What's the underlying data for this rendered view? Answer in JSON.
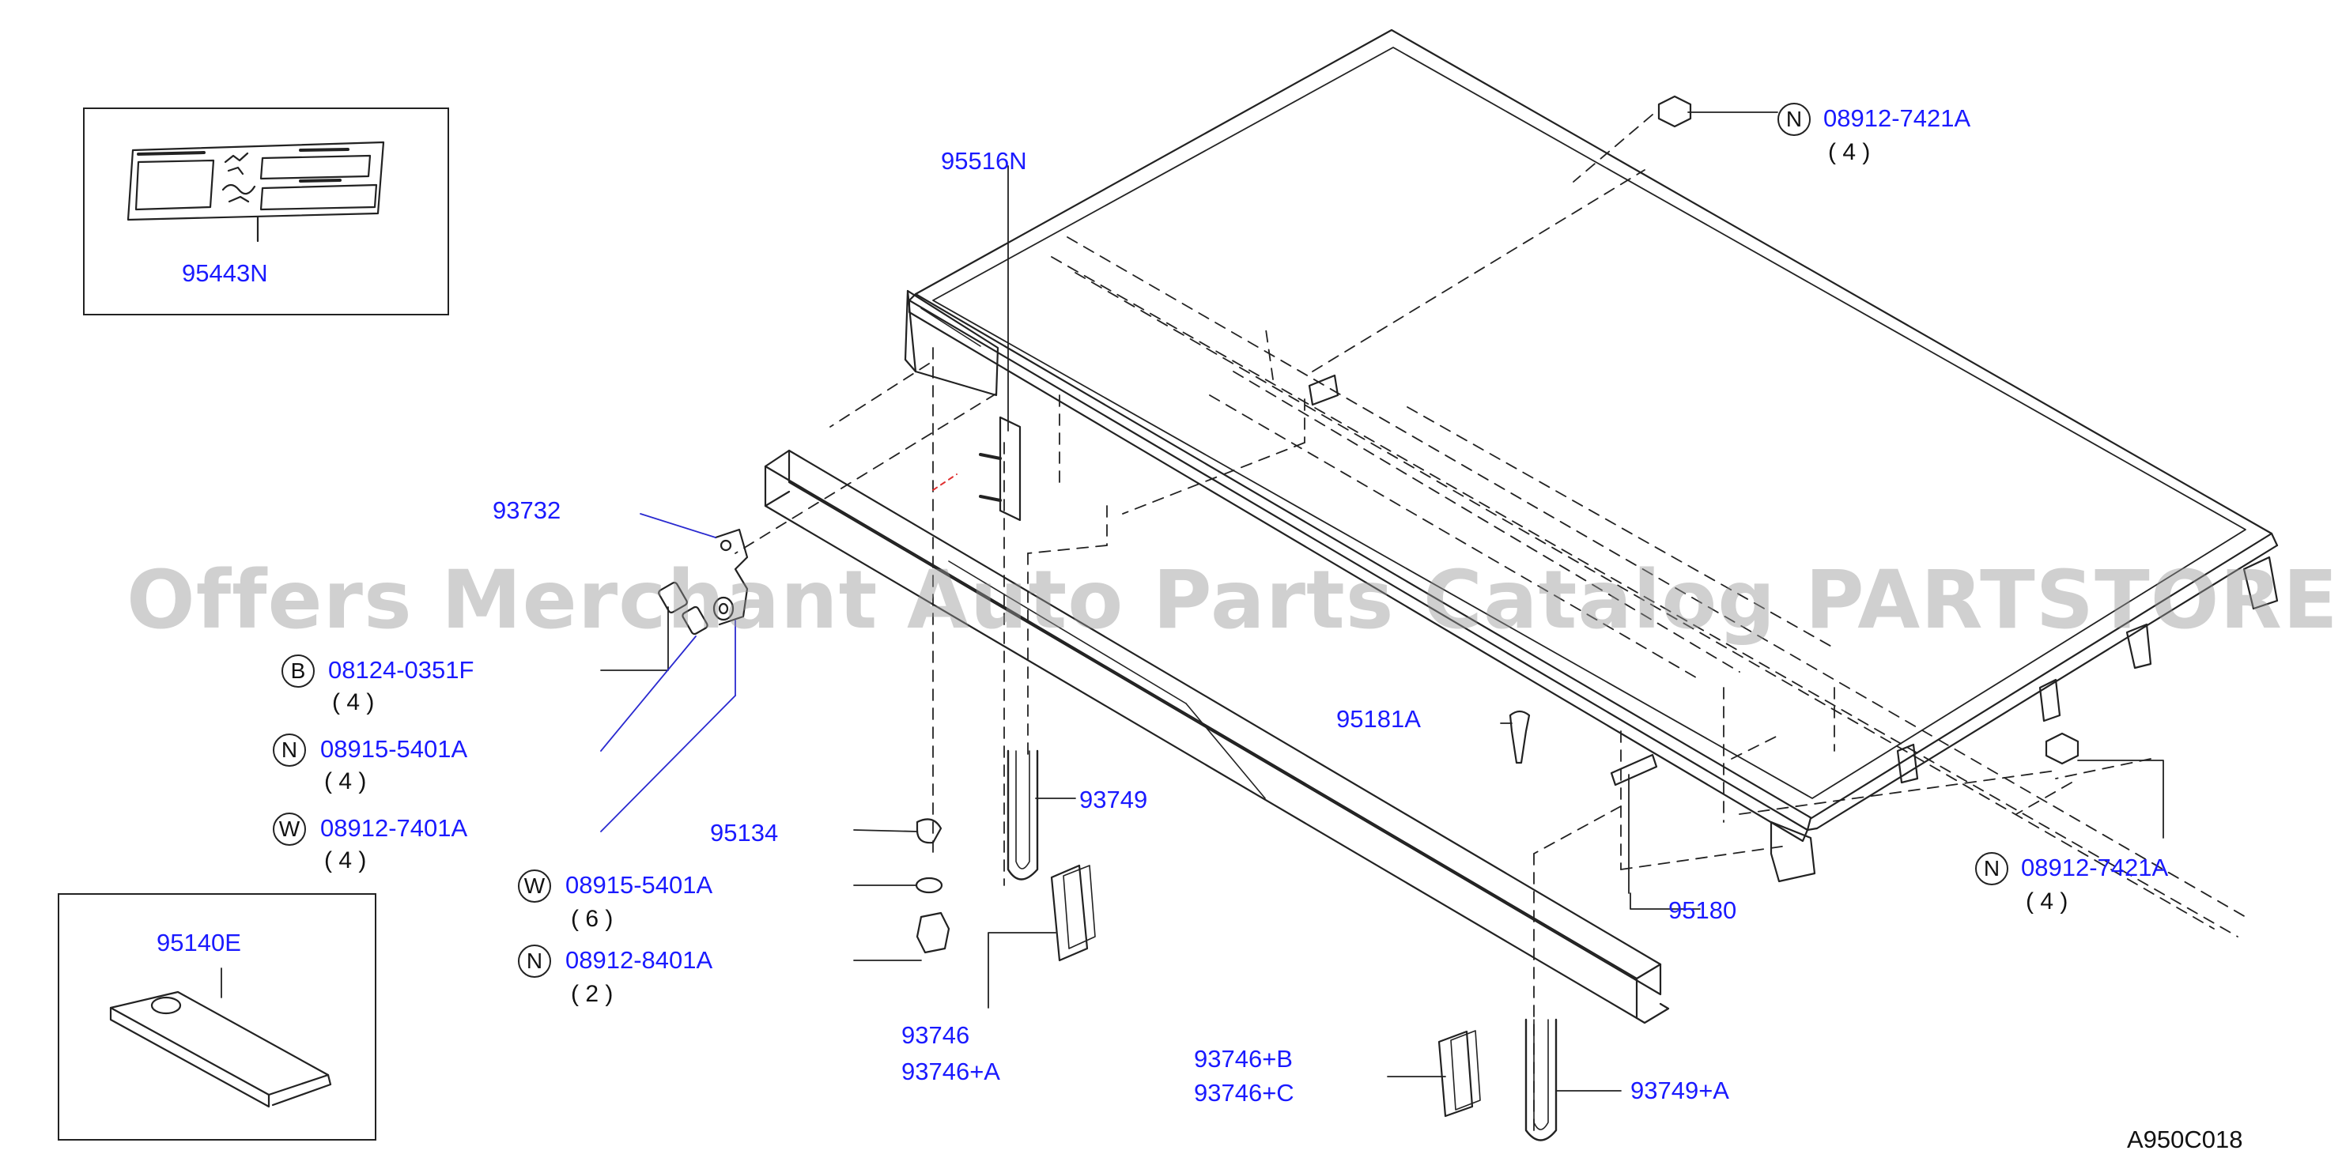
{
  "watermark": "Offers Merchant Auto Parts Catalog PARTSTORE.SA",
  "diagram_code": "A950C018",
  "colors": {
    "part_number": "#1a1aff",
    "line": "#222222",
    "watermark": "#969696"
  },
  "labels": {
    "p95443N": "95443N",
    "p95516N": "95516N",
    "p93732": "93732",
    "p08124_0351F": "08124-0351F",
    "p08915_5401A_a": "08915-5401A",
    "p08912_7401A": "08912-7401A",
    "p95134": "95134",
    "p08915_5401A_b": "08915-5401A",
    "p08912_8401A": "08912-8401A",
    "p95140E": "95140E",
    "p93749": "93749",
    "p93746": "93746",
    "p93746A": "93746+A",
    "p93746B": "93746+B",
    "p93746C": "93746+C",
    "p93749A": "93749+A",
    "p95180": "95180",
    "p95181A": "95181A",
    "p08912_7421A_top": "08912-7421A",
    "p08912_7421A_right": "08912-7421A"
  },
  "prefixes": {
    "b1": "B",
    "n1": "N",
    "w1": "W",
    "w2": "W",
    "n2": "N",
    "n_top": "N",
    "n_right": "N"
  },
  "quantities": {
    "q08124_0351F": "( 4 )",
    "q08915_5401A_a": "( 4 )",
    "q08912_7401A": "( 4 )",
    "q08915_5401A_b": "( 6 )",
    "q08912_8401A": "( 2 )",
    "q08912_7421A_top": "( 4 )",
    "q08912_7421A_right": "( 4 )"
  }
}
